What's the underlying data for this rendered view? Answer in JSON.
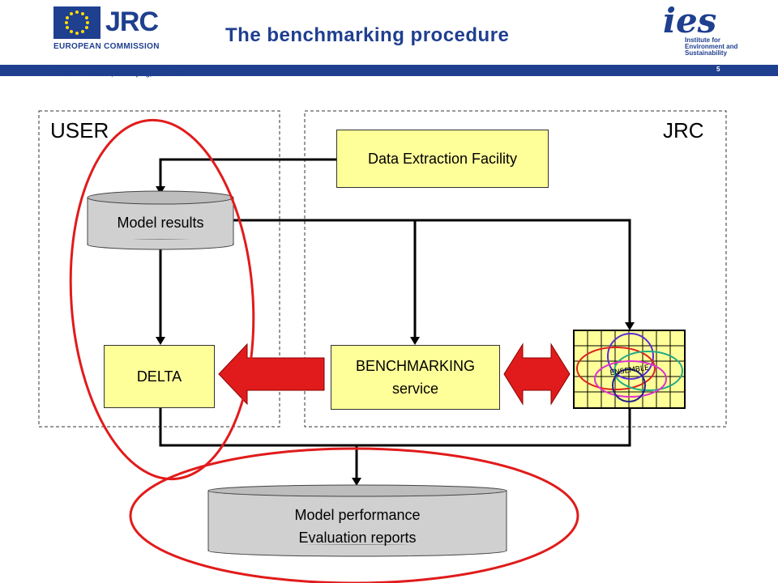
{
  "header": {
    "title": "The benchmarking procedure",
    "org_name": "JRC",
    "org_sub": "EUROPEAN COMMISSION",
    "institute_logo_text": "ies",
    "institute_name": "Institute for Environment and Sustainability",
    "footer": "FAIRMODE meetind, Norrkoping, June 2011",
    "page_number": "5"
  },
  "regions": {
    "user": "USER",
    "jrc": "JRC"
  },
  "nodes": {
    "data_extraction": "Data Extraction Facility",
    "model_results": "Model results",
    "delta": "DELTA",
    "benchmarking_line1": "BENCHMARKING",
    "benchmarking_line2": "service",
    "ensemble": "ENSEMBLE",
    "performance_line1": "Model performance",
    "performance_line2": "Evaluation reports"
  },
  "colors": {
    "brand_blue": "#1f3f8f",
    "box_fill": "#ffff99",
    "highlight_red": "#e11b1b",
    "cylinder_fill": "#d0d0d0"
  }
}
